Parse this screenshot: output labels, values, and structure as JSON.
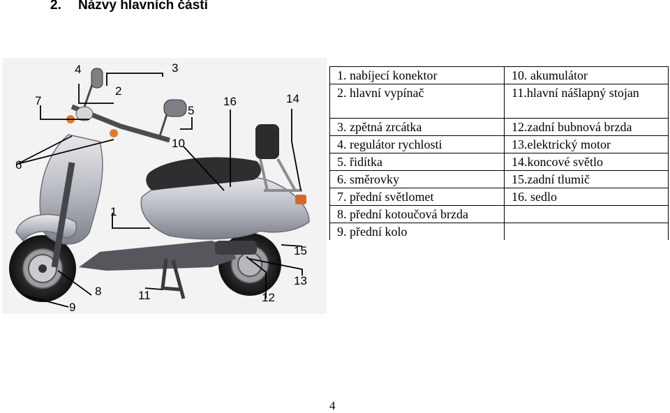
{
  "heading": {
    "number": "2.",
    "title": "Názvy hlavních částí"
  },
  "callouts": [
    "1",
    "2",
    "3",
    "4",
    "5",
    "6",
    "7",
    "8",
    "9",
    "10",
    "11",
    "12",
    "13",
    "14",
    "15",
    "16"
  ],
  "parts_left": [
    "1. nabíjecí konektor",
    "2. hlavní vypínač",
    "3. zpětná zrcátka",
    "4. regulátor rychlosti",
    "5. řidítka",
    "6. směrovky",
    "7. přední světlomet",
    "8. přední kotoučová brzda",
    "9. přední kolo"
  ],
  "parts_right": [
    "10. akumulátor",
    "11.hlavní nášlapný stojan",
    "12.zadní bubnová brzda",
    "13.elektrický motor",
    "14.koncové světlo",
    "15.zadní tlumič",
    "16. sedlo",
    "",
    ""
  ],
  "page_number": "4"
}
